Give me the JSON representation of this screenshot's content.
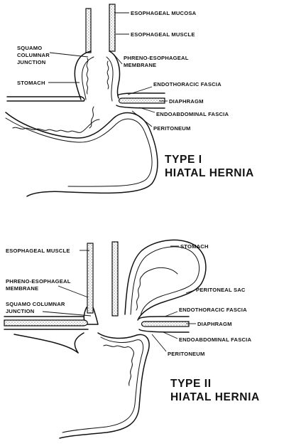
{
  "panels": [
    {
      "id": "type1",
      "title_line1": "TYPE I",
      "title_line2": "HIATAL HERNIA",
      "labels": {
        "esophageal_mucosa": "ESOPHAGEAL MUCOSA",
        "esophageal_muscle": "ESOPHAGEAL MUSCLE",
        "squamo_line1": "SQUAMO",
        "squamo_line2": "COLUMNAR",
        "squamo_line3": "JUNCTION",
        "phreno_line1": "PHRENO-ESOPHAGEAL",
        "phreno_line2": "MEMBRANE",
        "stomach": "STOMACH",
        "endothoracic_fascia": "ENDOTHORACIC  FASCIA",
        "diaphragm": "DIAPHRAGM",
        "endoabdominal_fascia": "ENDOABDOMINAL FASCIA",
        "peritoneum": "PERITONEUM"
      }
    },
    {
      "id": "type2",
      "title_line1": "TYPE II",
      "title_line2": "HIATAL HERNIA",
      "labels": {
        "esophageal_muscle": "ESOPHAGEAL MUSCLE",
        "phreno_line1": "PHRENO-ESOPHAGEAL",
        "phreno_line2": "MEMBRANE",
        "squamo_line1": "SQUAMO COLUMNAR",
        "squamo_line2": "JUNCTION",
        "stomach": "STOMACH",
        "peritoneal_sac": "PERITONEAL SAC",
        "endothoracic_fascia": "ENDOTHORACIC  FASCIA",
        "diaphragm": "DIAPHRAGM",
        "endoabdominal_fascia": "ENDOABDOMINAL  FASCIA",
        "peritoneum": "PERITONEUM"
      }
    }
  ]
}
